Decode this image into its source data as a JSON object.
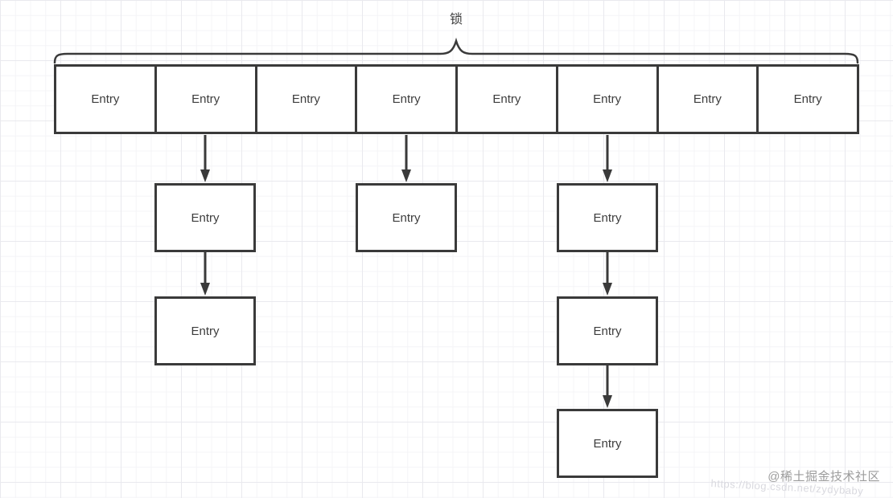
{
  "diagram": {
    "lock_label": "锁",
    "buckets": [
      {
        "label": "Entry"
      },
      {
        "label": "Entry"
      },
      {
        "label": "Entry"
      },
      {
        "label": "Entry"
      },
      {
        "label": "Entry"
      },
      {
        "label": "Entry"
      },
      {
        "label": "Entry"
      },
      {
        "label": "Entry"
      }
    ],
    "chains": [
      {
        "bucket_index": 2,
        "nodes": [
          {
            "label": "Entry"
          },
          {
            "label": "Entry"
          }
        ]
      },
      {
        "bucket_index": 4,
        "nodes": [
          {
            "label": "Entry"
          }
        ]
      },
      {
        "bucket_index": 6,
        "nodes": [
          {
            "label": "Entry"
          },
          {
            "label": "Entry"
          },
          {
            "label": "Entry"
          }
        ]
      }
    ],
    "colors": {
      "stroke": "#3a3a3a",
      "text": "#3d3d3d",
      "background": "#ffffff",
      "grid_minor": "#f4f4f7",
      "grid_major": "#e9e9ee",
      "watermark": "#9c9c9c",
      "watermark_faint": "#d9d9df"
    },
    "watermarks": {
      "community": "@稀土掘金技术社区",
      "url": "https://blog.csdn.net/zydybaby"
    }
  }
}
